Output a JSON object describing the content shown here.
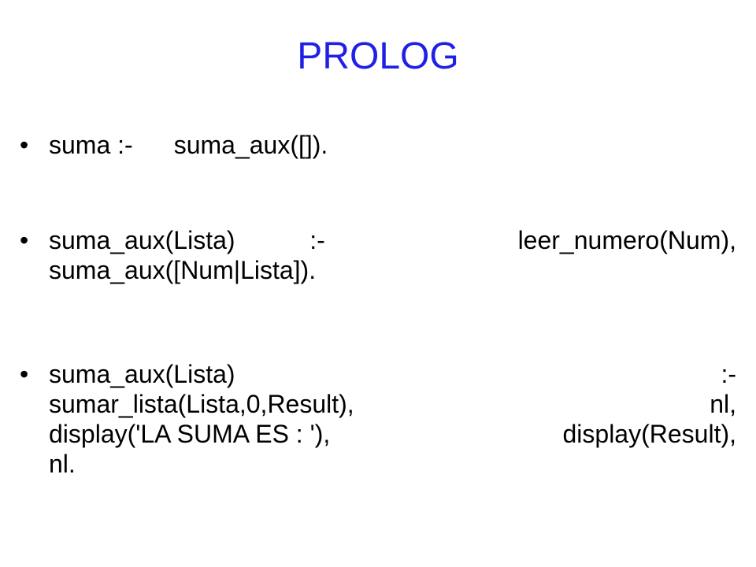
{
  "slide": {
    "title": "PROLOG",
    "bullet_char": "•",
    "bullets": [
      {
        "lines": [
          [
            "suma :-",
            "suma_aux([])."
          ]
        ]
      },
      {
        "lines": [
          [
            "suma_aux(Lista)",
            ":-",
            "leer_numero(Num),"
          ],
          [
            "suma_aux([Num|Lista])."
          ]
        ]
      },
      {
        "lines": [
          [
            "suma_aux(Lista)",
            ":-"
          ],
          [
            "sumar_lista(Lista,0,Result),",
            "nl,"
          ],
          [
            "display('LA SUMA ES : '),",
            "display(Result),"
          ],
          [
            "nl."
          ]
        ]
      }
    ]
  }
}
